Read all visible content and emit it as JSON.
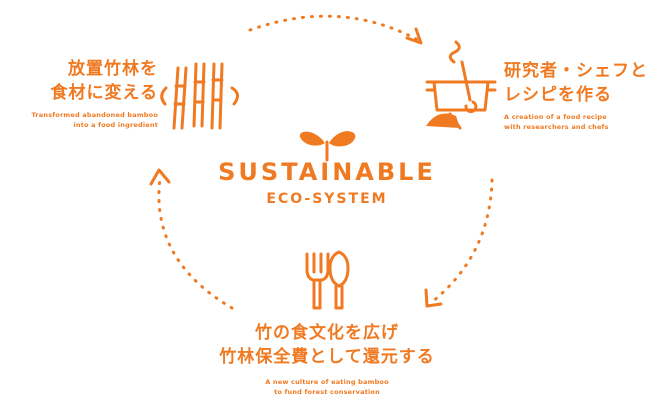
{
  "colors": {
    "accent": "#f07a22"
  },
  "center": {
    "title": "SUSTAINABLE",
    "subtitle": "ECO-SYSTEM",
    "icon": "sprout-icon"
  },
  "steps": [
    {
      "icon": "bamboo-icon",
      "jp_lines": [
        "放置竹林を",
        "食材に変える"
      ],
      "en_lines": [
        "Transformed abandoned bamboo",
        "into a food ingredient"
      ]
    },
    {
      "icon": "cooking-pot-icon",
      "jp_lines": [
        "研究者・シェフと",
        "レシピを作る"
      ],
      "en_lines": [
        "A creation of a food recipe",
        "with researchers and chefs"
      ]
    },
    {
      "icon": "fork-spoon-icon",
      "jp_lines": [
        "竹の食文化を広げ",
        "竹林保全費として還元する"
      ],
      "en_lines": [
        "A new culture of eating bamboo",
        "to fund forest conservation"
      ]
    }
  ]
}
